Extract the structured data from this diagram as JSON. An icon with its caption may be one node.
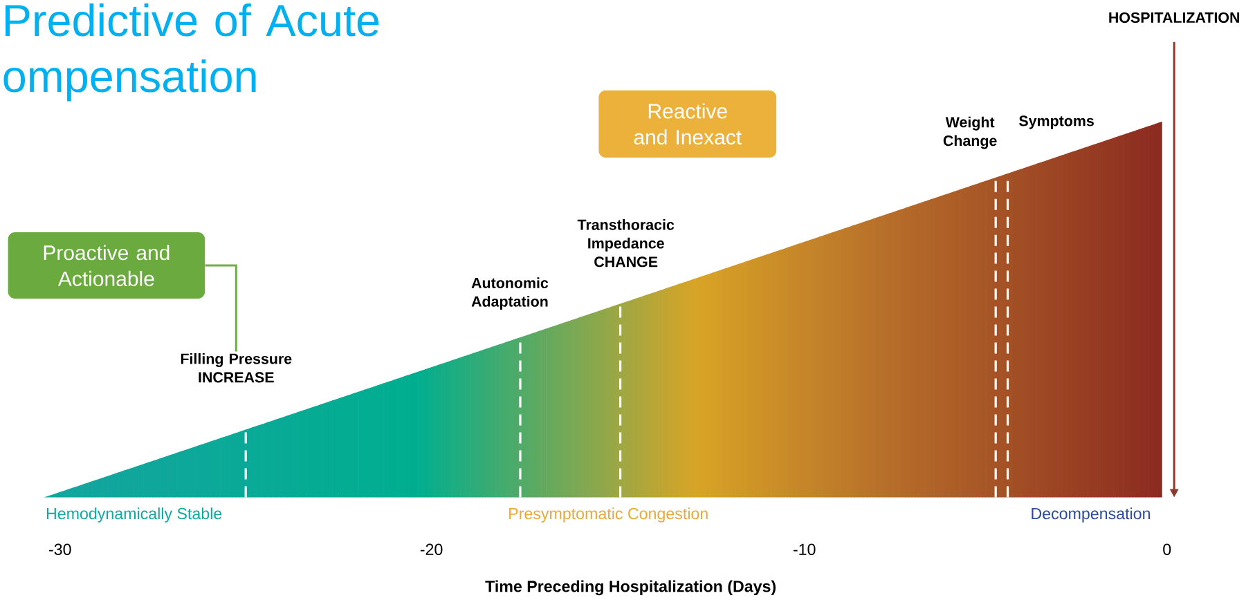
{
  "diagram": {
    "title": "Predictive of Acute ompensation",
    "nodes": [
      {
        "text": [
          "Proactive and Actionable"
        ]
      },
      {
        "text": [
          "Reactive and Inexact"
        ]
      },
      {
        "text": [
          "Filling Pressure INCREASE"
        ]
      },
      {
        "text": [
          "HOSPITALIZATION"
        ]
      }
    ],
    "edges": [
      {
        "from": 0,
        "to": 2,
        "arrow": "none",
        "color": "#70ad47"
      },
      {
        "from": 3,
        "to": null,
        "arrow": "to",
        "color": "#8b3a2e"
      }
    ],
    "labels": [
      "Weight Change",
      "Symptoms",
      "Transthoracic Impedance CHANGE",
      "Autonomic Adaptation",
      "Hemodynamically Stable",
      "Presymptomatic Congestion",
      "Decompensation",
      "-30",
      "-20",
      "-10",
      "0",
      "Time Preceding Hospitalization (Days)"
    ]
  }
}
